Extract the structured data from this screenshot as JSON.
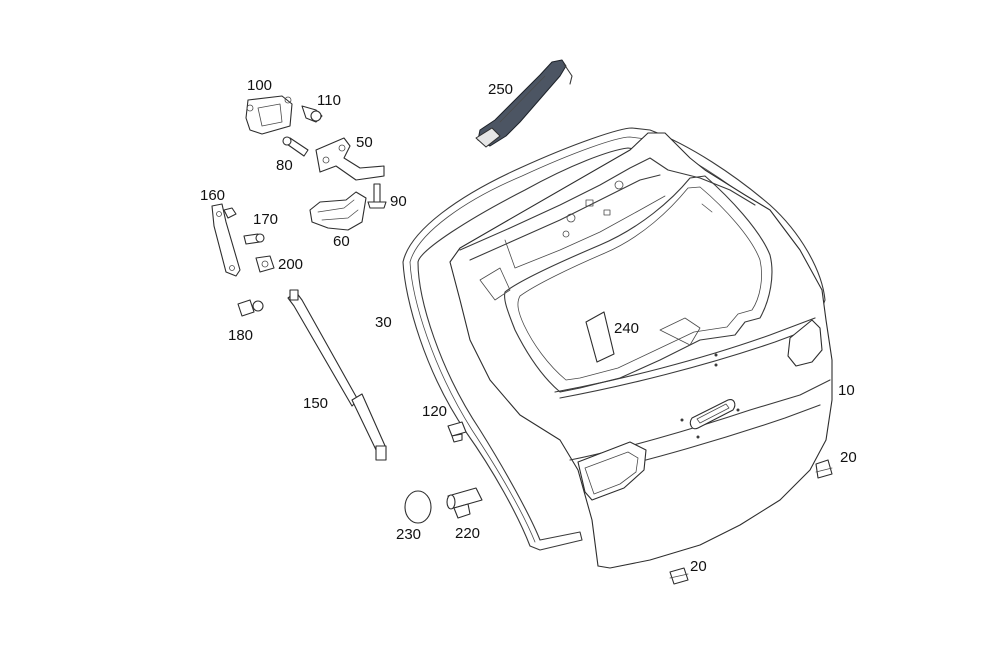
{
  "callouts": {
    "c10": "10",
    "c20a": "20",
    "c20b": "20",
    "c30": "30",
    "c50": "50",
    "c60": "60",
    "c80": "80",
    "c90": "90",
    "c100": "100",
    "c110": "110",
    "c120": "120",
    "c150": "150",
    "c160": "160",
    "c170": "170",
    "c180": "180",
    "c200": "200",
    "c220": "220",
    "c230": "230",
    "c240": "240",
    "c250": "250"
  },
  "colors": {
    "line": "#3a3a3a",
    "wiring_harness": "#4c5563",
    "background": "#ffffff"
  }
}
